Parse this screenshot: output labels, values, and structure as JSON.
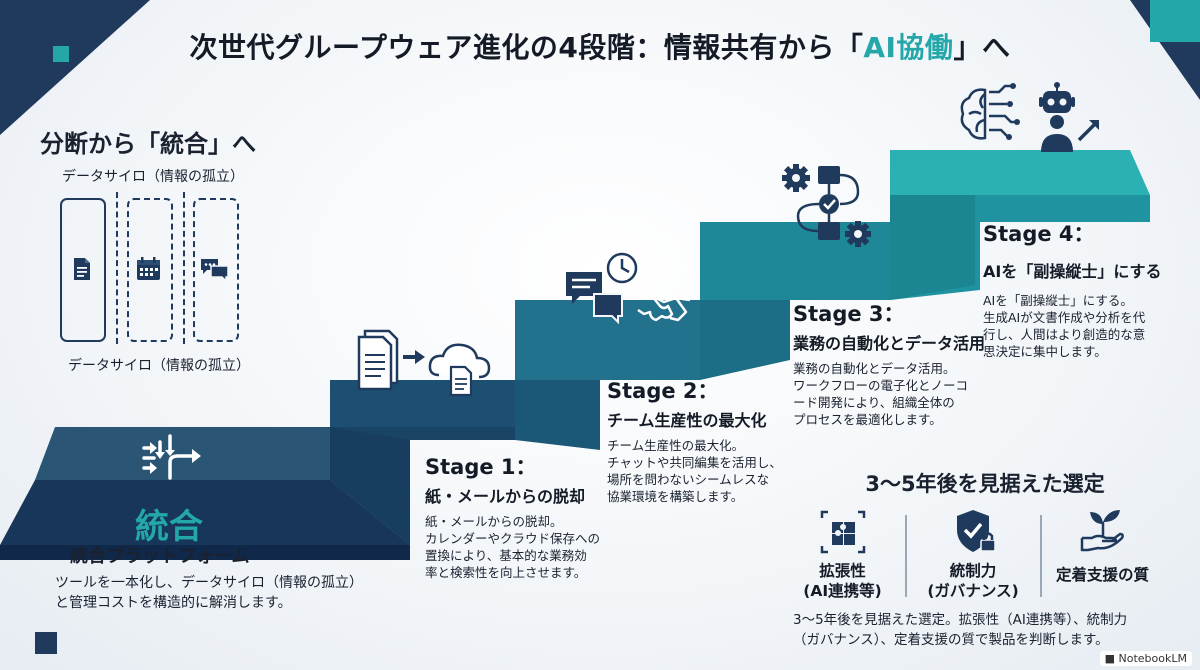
{
  "title": {
    "main": "次世代グループウェア進化の4段階：情報共有から「",
    "highlight": "AI協働",
    "end": "」へ"
  },
  "left": {
    "heading": "分断から「統合」へ",
    "silo_label_top": "データサイロ（情報の孤立）",
    "silo_label_bottom": "データサイロ（情報の孤立）",
    "base_title": "統合",
    "base_subtitle": "統合プラットフォーム",
    "base_desc_1": "ツールを一本化し、データサイロ（情報の孤立）",
    "base_desc_2": "と管理コストを構造的に解消します。"
  },
  "stages": [
    {
      "head": "Stage 1：",
      "sub": "紙・メールからの脱却",
      "desc": [
        "紙・メールからの脱却。",
        "カレンダーやクラウド保存への",
        "置換により、基本的な業務効",
        "率と検索性を向上させます。"
      ]
    },
    {
      "head": "Stage 2：",
      "sub": "チーム生産性の最大化",
      "desc": [
        "チーム生産性の最大化。",
        "チャットや共同編集を活用し、",
        "場所を問わないシームレスな",
        "協業環境を構築します。"
      ]
    },
    {
      "head": "Stage 3：",
      "sub": "業務の自動化とデータ活用",
      "desc": [
        "業務の自動化とデータ活用。",
        "ワークフローの電子化とノーコ",
        "ード開発により、組織全体の",
        "プロセスを最適化します。"
      ]
    },
    {
      "head": "Stage 4：",
      "sub": "AIを「副操縦士」にする",
      "desc": [
        "AIを「副操縦士」にする。",
        "生成AIが文書作成や分析を代",
        "行し、人間はより創造的な意",
        "思決定に集中します。"
      ]
    }
  ],
  "selection": {
    "heading": "3〜5年後を見据えた選定",
    "criteria": [
      {
        "line1": "拡張性",
        "line2": "(AI連携等)"
      },
      {
        "line1": "統制力",
        "line2": "(ガバナンス)"
      },
      {
        "line1": "定着支援の質",
        "line2": ""
      }
    ],
    "desc_1": "3〜5年後を見据えた選定。拡張性（AI連携等）、統制力",
    "desc_2": "（ガバナンス）、定着支援の質で製品を判断します。"
  },
  "watermark": "NotebookLM",
  "colors": {
    "navy": "#1f3a5c",
    "teal": "#23a7a8",
    "dark_teal": "#1d6e84"
  }
}
